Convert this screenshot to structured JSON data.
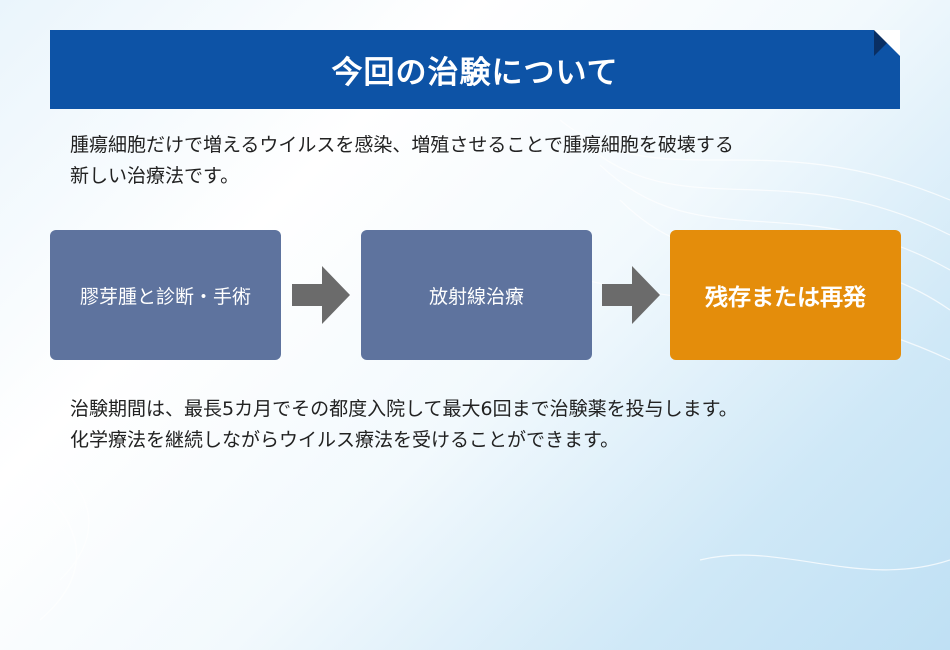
{
  "header": {
    "title": "今回の治験について"
  },
  "intro": {
    "line1": "腫瘍細胞だけで増えるウイルスを感染、増殖させることで腫瘍細胞を破壊する",
    "line2": "新しい治療法です。"
  },
  "flow": {
    "steps": [
      {
        "label": "膠芽腫と診断・手術"
      },
      {
        "label": "放射線治療"
      },
      {
        "label": "残存または再発"
      }
    ]
  },
  "detail": {
    "line1": "治験期間は、最長5カ月でその都度入院して最大6回まで治験薬を投与します。",
    "line2": "化学療法を継続しながらウイルス療法を受けることができます。"
  },
  "colors": {
    "banner": "#0d53a6",
    "step_box": "#5e739e",
    "step_highlight": "#e48d0b",
    "arrow": "#6b6b6b"
  }
}
